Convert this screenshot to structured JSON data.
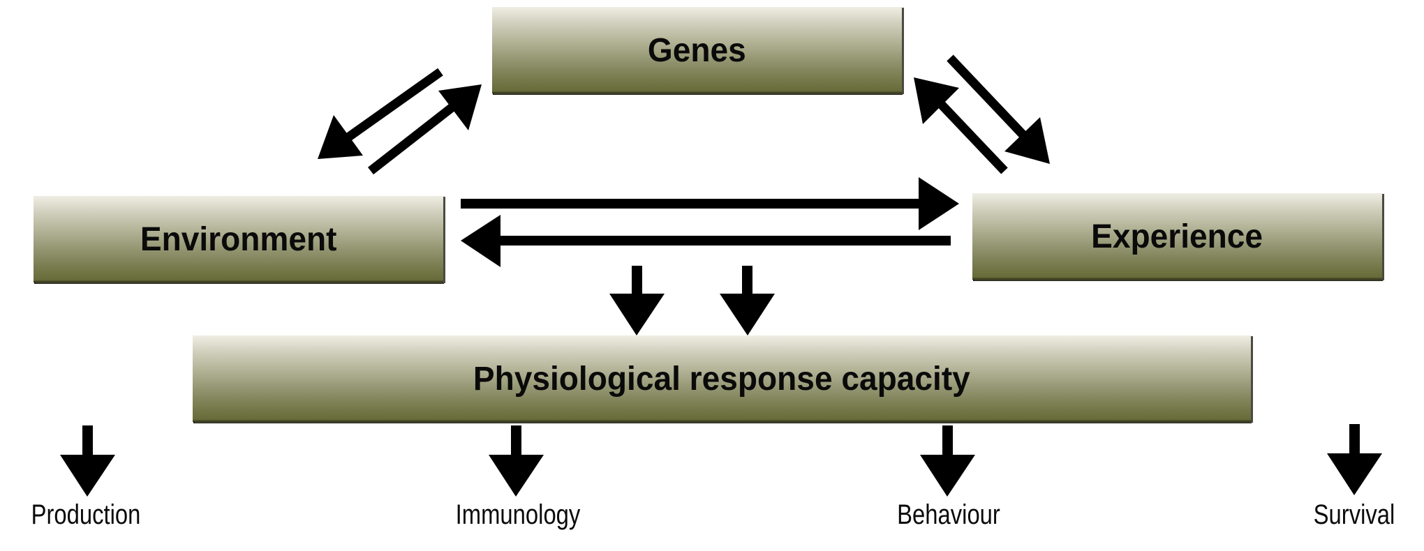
{
  "diagram": {
    "nodes": {
      "genes": "Genes",
      "environment": "Environment",
      "experience": "Experience",
      "physiological": "Physiological response capacity"
    },
    "edges": [
      {
        "from": "Genes",
        "to": "Environment"
      },
      {
        "from": "Environment",
        "to": "Genes"
      },
      {
        "from": "Genes",
        "to": "Experience"
      },
      {
        "from": "Experience",
        "to": "Genes"
      },
      {
        "from": "Environment",
        "to": "Experience"
      },
      {
        "from": "Experience",
        "to": "Environment"
      },
      {
        "from": "Environment/Experience",
        "to": "Physiological response capacity"
      },
      {
        "from": "Environment/Experience",
        "to": "Physiological response capacity"
      },
      {
        "from": "Physiological response capacity",
        "to": "Production"
      },
      {
        "from": "Physiological response capacity",
        "to": "Immunology"
      },
      {
        "from": "Physiological response capacity",
        "to": "Behaviour"
      },
      {
        "from": "Physiological response capacity",
        "to": "Survival"
      }
    ],
    "outcomes": [
      "Production",
      "Immunology",
      "Behaviour",
      "Survival"
    ],
    "colors": {
      "box_top": "#efeee4",
      "box_bottom": "#686c3a",
      "arrow": "#000000"
    }
  }
}
